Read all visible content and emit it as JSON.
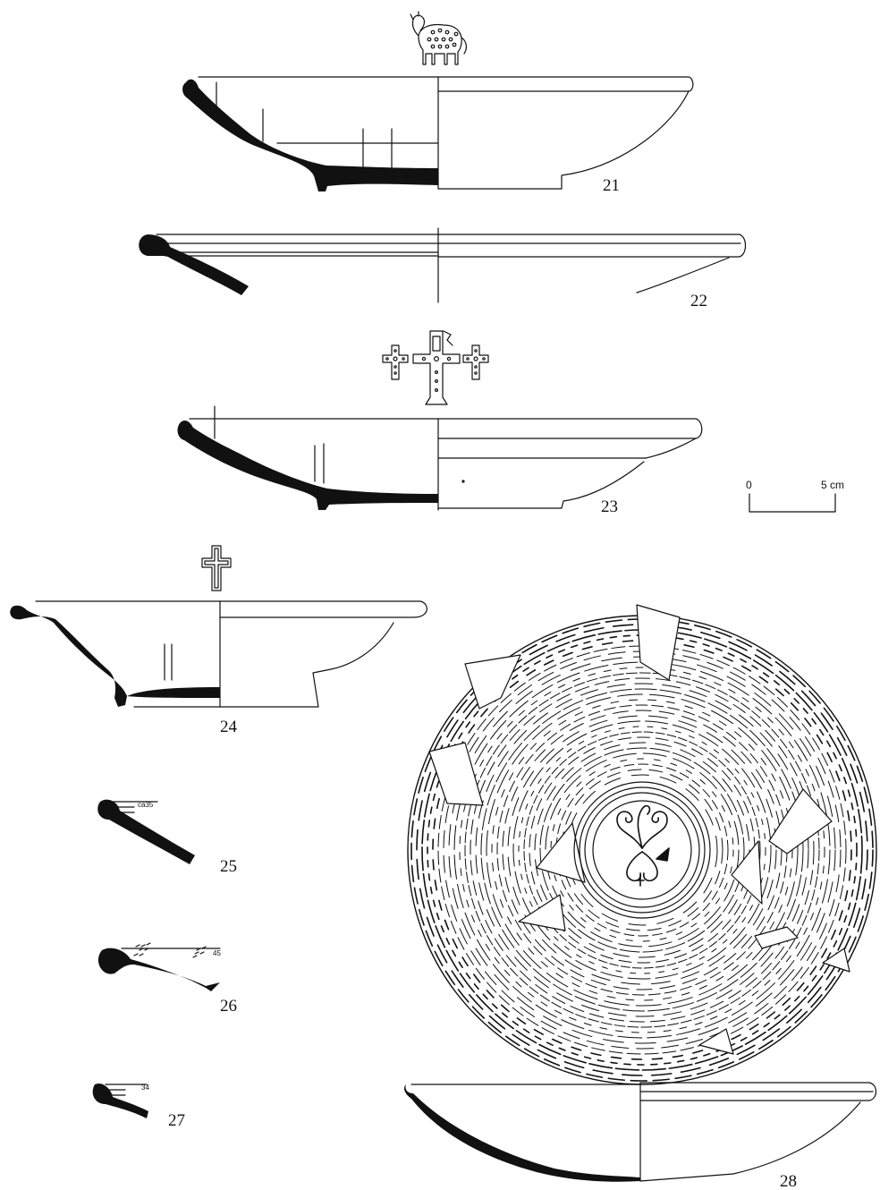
{
  "figures": [
    {
      "number": "21",
      "stamp": "lion-stamp-icon"
    },
    {
      "number": "22"
    },
    {
      "number": "23",
      "stamp": "triple-cross-stamp-icon"
    },
    {
      "number": "24",
      "stamp": "cross-stamp-icon"
    },
    {
      "number": "25",
      "rim_note": "ca35"
    },
    {
      "number": "26",
      "rim_note": "45"
    },
    {
      "number": "27",
      "rim_note": "34"
    },
    {
      "number": "28",
      "motif": "foliate-motif-icon"
    }
  ],
  "scale_bar": {
    "start_label": "0",
    "end_label": "5 cm"
  },
  "colors": {
    "ink": "#111111",
    "paper": "#ffffff"
  }
}
